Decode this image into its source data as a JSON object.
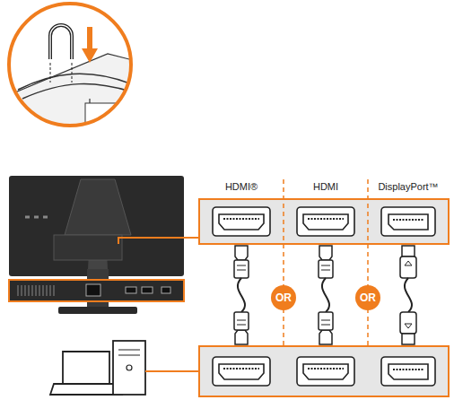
{
  "diagram": {
    "nodes": [
      {
        "text": [
          "HDMI®"
        ]
      },
      {
        "text": [
          "HDMI"
        ]
      },
      {
        "text": [
          "DisplayPort™"
        ]
      },
      {
        "text": [
          "OR"
        ]
      },
      {
        "text": [
          "OR"
        ]
      }
    ]
  }
}
